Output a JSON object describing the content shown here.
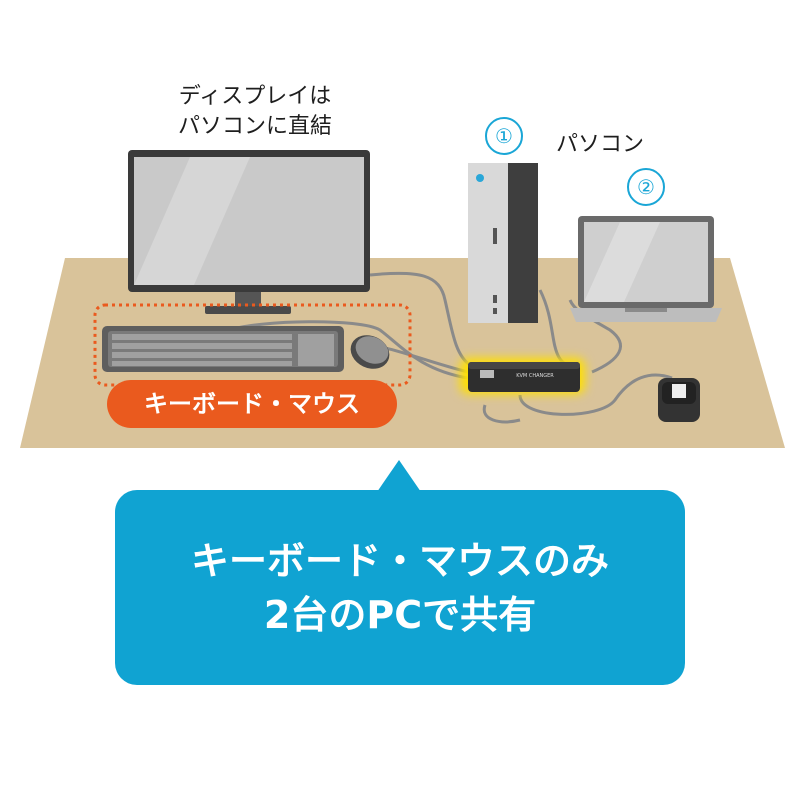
{
  "labels": {
    "display_note_line1": "ディスプレイは",
    "display_note_line2": "パソコンに直結",
    "pc_label": "パソコン",
    "badge_1": "①",
    "badge_2": "②",
    "keyboard_mouse": "キーボード・マウス",
    "switch_text": "KVM CHANGER"
  },
  "callout": {
    "line1": "キーボード・マウスのみ",
    "line2": "2台のPCで共有"
  },
  "colors": {
    "desk": "#d9c39a",
    "accent_orange": "#ea5a1e",
    "callout_blue": "#10a3d2",
    "badge_blue": "#1aa6d6",
    "switch_glow": "#ffe000",
    "device_gray": "#7a7a7a",
    "dark_gray": "#2e2e2e"
  }
}
